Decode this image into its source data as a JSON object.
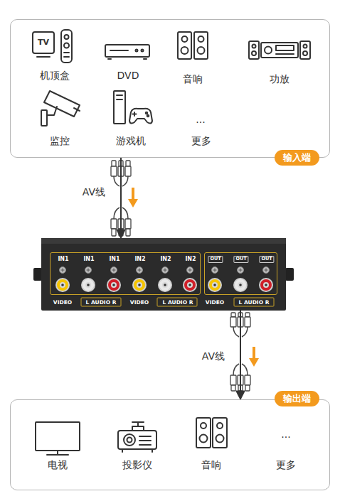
{
  "diagram": {
    "nodes": [
      {
        "text": [
          "输入端"
        ]
      },
      {
        "text": [
          "VIDEO",
          "L AUDIO R",
          "VIDEO",
          "L AUDIO R",
          "VIDEO",
          "L AUDIO R"
        ]
      },
      {
        "text": [
          "IN1",
          "IN1",
          "IN1",
          "IN2",
          "IN2",
          "IN2"
        ],
        "in": 1
      },
      {
        "text": [
          "OUT",
          "OUT",
          "OUT"
        ],
        "in": 1
      },
      {
        "text": [
          "输出端"
        ]
      }
    ],
    "edges": [
      {
        "from": 0,
        "to": 1,
        "label": "AV线",
        "arrow": "to"
      },
      {
        "from": 1,
        "to": 4,
        "label": "AV线",
        "arrow": "to"
      }
    ],
    "labels": [
      "TV",
      "机顶盒",
      "DVD",
      "音响",
      "功放",
      "监控",
      "游戏机",
      "...",
      "更多",
      "电视",
      "投影仪",
      "音响",
      "...",
      "更多"
    ]
  }
}
